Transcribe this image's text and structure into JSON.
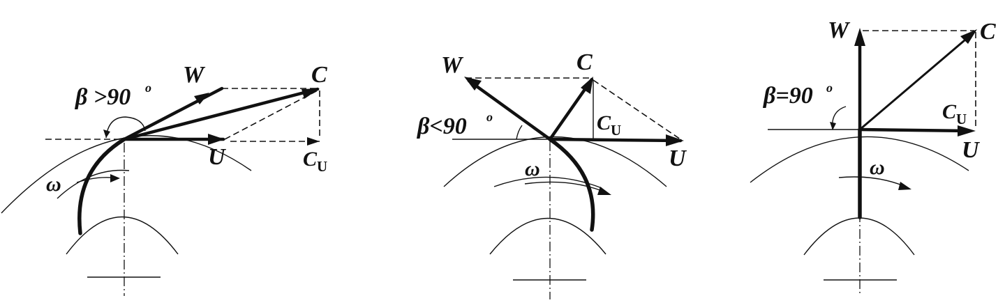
{
  "figures": [
    {
      "angle_label": "β >90",
      "angle_degree": "o",
      "w_label": "W",
      "c_label": "C",
      "u_label": "U",
      "cu_main": "C",
      "cu_sub": "U",
      "omega_label": "ω"
    },
    {
      "angle_label": "β<90",
      "angle_degree": "o",
      "w_label": "W",
      "c_label": "C",
      "u_label": "U",
      "cu_main": "C",
      "cu_sub": "U",
      "omega_label": "ω"
    },
    {
      "angle_label": "β=90",
      "angle_degree": "o",
      "w_label": "W",
      "c_label": "C",
      "u_label": "U",
      "cu_main": "C",
      "cu_sub": "U",
      "omega_label": "ω"
    }
  ]
}
